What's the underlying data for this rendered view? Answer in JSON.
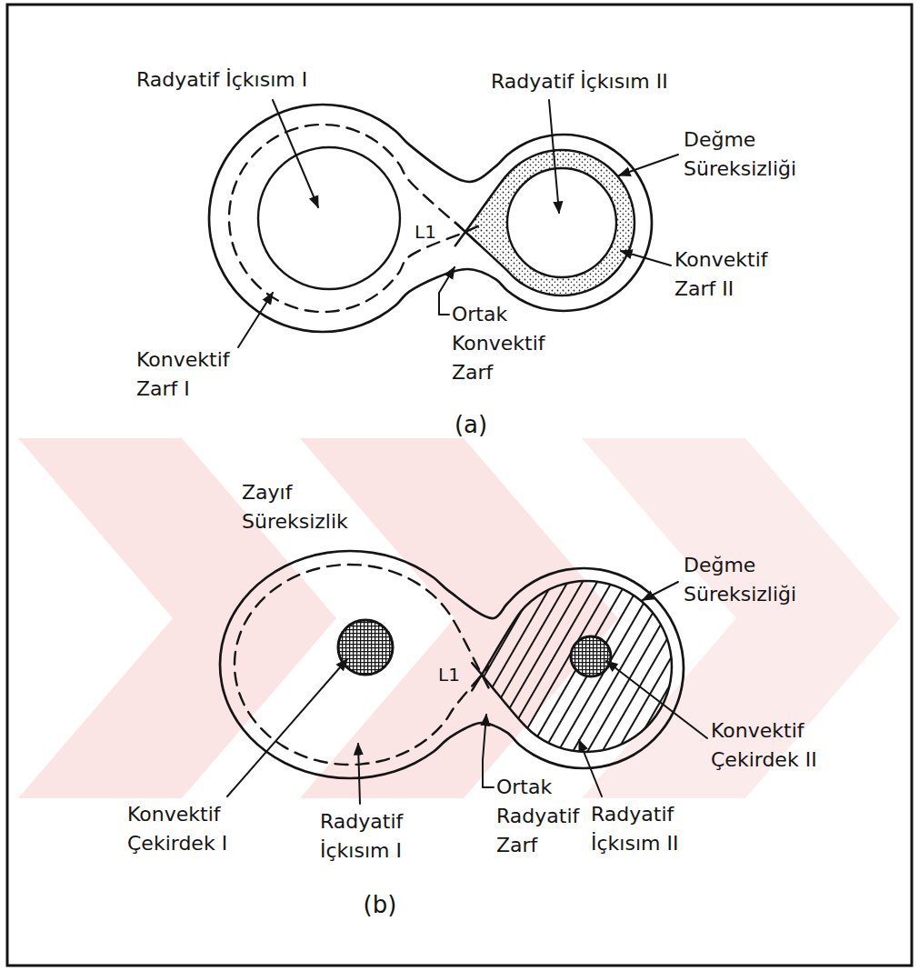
{
  "diagram": {
    "labels": [
      "Radyatif İçkısım I",
      "Radyatif İçkısım II",
      "Değme Süreksizliği",
      "L1",
      "Konvektif Zarf II",
      "Konvektif Zarf I",
      "Ortak Konvektif Zarf",
      "(a)",
      "Zayıf Süreksizlik",
      "Değme Süreksizliği",
      "L1",
      "Konvektif Çekirdek II",
      "Konvektif Çekirdek I",
      "Ortak Radyatif Zarf",
      "Radyatif İçkısım II",
      "Radyatif İçkısım I",
      "(b)"
    ]
  }
}
